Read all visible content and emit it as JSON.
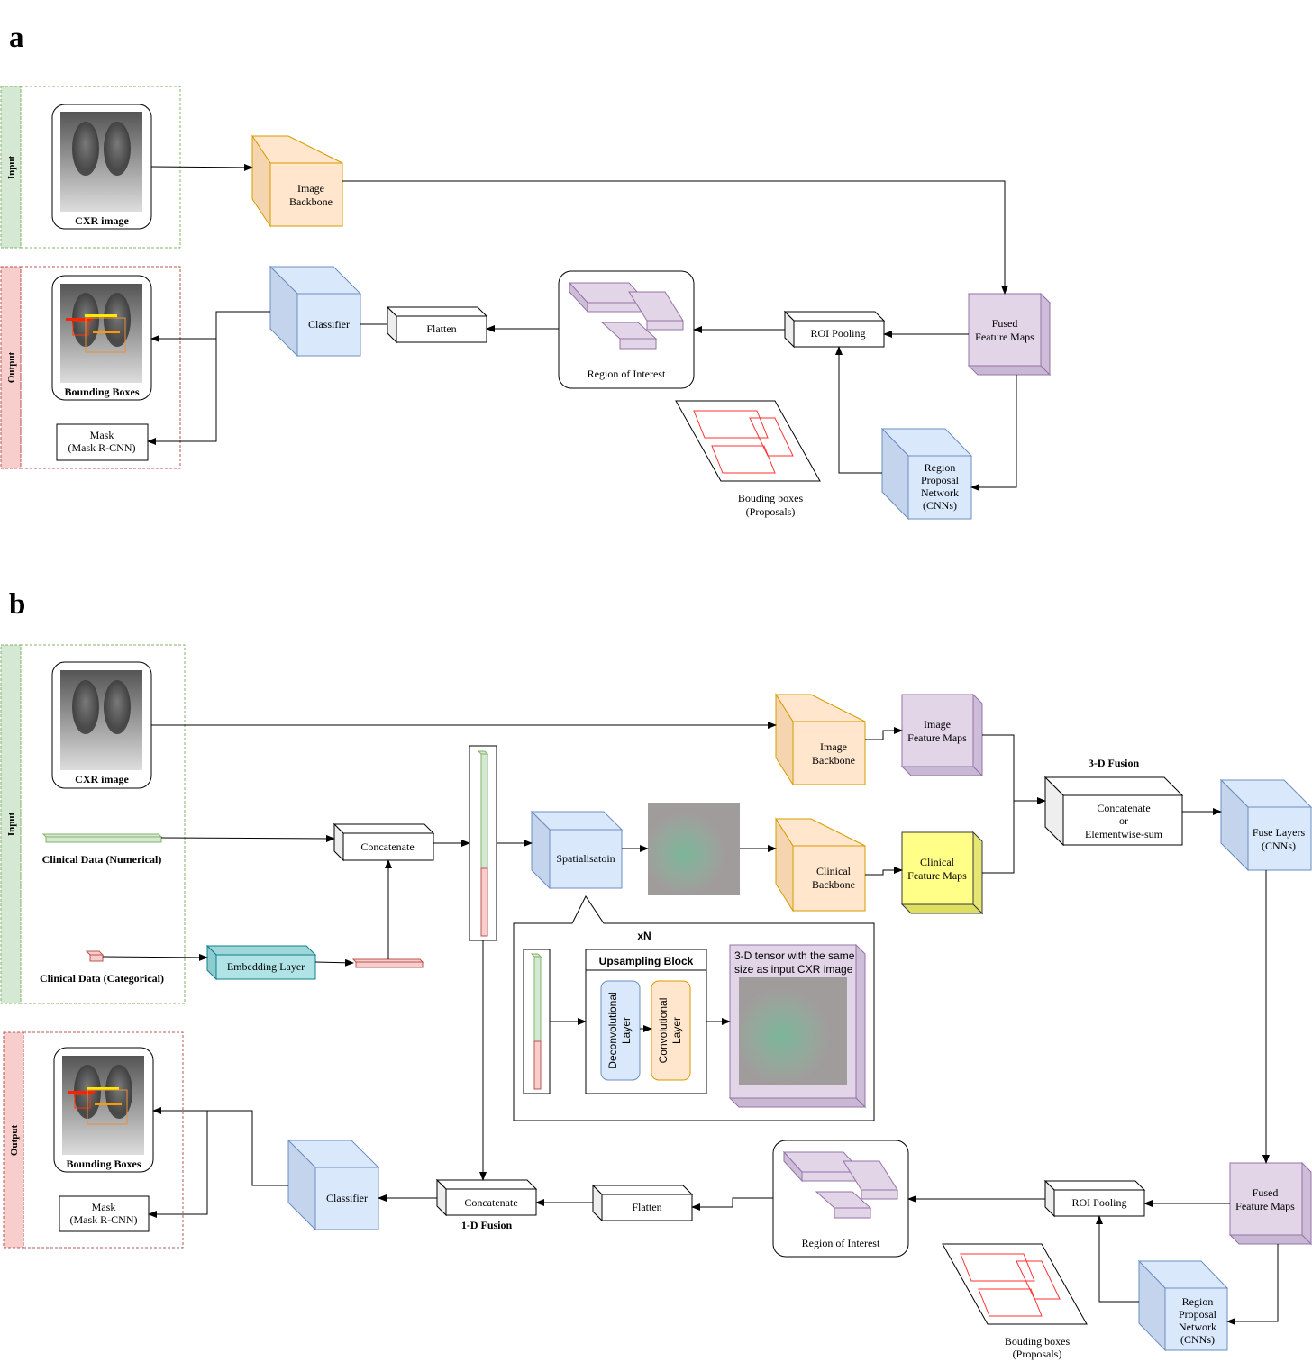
{
  "panel_a": {
    "title": "a",
    "side_input": "Input",
    "side_output": "Output",
    "cxr_caption": "CXR image",
    "bbox_caption": "Bounding Boxes",
    "mask_line1": "Mask",
    "mask_line2": "(Mask R-CNN)",
    "image_backbone": [
      "Image",
      "Backbone"
    ],
    "classifier": "Classifier",
    "flatten": "Flatten",
    "roi_region": "Region of Interest",
    "roi_pooling": "ROI Pooling",
    "fused": [
      "Fused",
      "Feature Maps"
    ],
    "rpn": [
      "Region",
      "Proposal",
      "Network",
      "(CNNs)"
    ],
    "proposals": [
      "Bouding boxes",
      "(Proposals)"
    ]
  },
  "panel_b": {
    "title": "b",
    "side_input": "Input",
    "side_output": "Output",
    "cxr_caption": "CXR image",
    "clinical_num": "Clinical Data (Numerical)",
    "clinical_cat": "Clinical Data (Categorical)",
    "embedding": "Embedding Layer",
    "concatenate_top": "Concatenate",
    "spatialisation": "Spatialisatoin",
    "image_backbone": [
      "Image",
      "Backbone"
    ],
    "clinical_backbone": [
      "Clinical",
      "Backbone"
    ],
    "image_fmaps": [
      "Image",
      "Feature Maps"
    ],
    "clinical_fmaps": [
      "Clinical",
      "Feature Maps"
    ],
    "fusion3d_title": "3-D Fusion",
    "fusion3d_box": [
      "Concatenate",
      "or",
      "Elementwise-sum"
    ],
    "fuse_layers": [
      "Fuse Layers",
      "(CNNs)"
    ],
    "xn": "xN",
    "upsampling_block": "Upsampling Block",
    "deconv": [
      "Deconvolutional",
      "Layer"
    ],
    "conv": [
      "Convolutional",
      "Layer"
    ],
    "tensor_caption": [
      "3-D tensor with the same",
      "size as input CXR image"
    ],
    "fused": [
      "Fused",
      "Feature Maps"
    ],
    "roi_pooling": "ROI Pooling",
    "roi_region": "Region of Interest",
    "flatten": "Flatten",
    "concatenate_bottom": "Concatenate",
    "fusion1d": "1-D Fusion",
    "classifier": "Classifier",
    "bbox_caption": "Bounding Boxes",
    "mask_line1": "Mask",
    "mask_line2": "(Mask R-CNN)",
    "rpn": [
      "Region",
      "Proposal",
      "Network",
      "(CNNs)"
    ],
    "proposals": [
      "Bouding boxes",
      "(Proposals)"
    ]
  },
  "colors": {
    "orange_face": "#ffe6cc",
    "orange_stroke": "#d79b00",
    "blue_face": "#dae8fc",
    "blue_stroke": "#6c8ebf",
    "purple_face": "#e1d5e7",
    "purple_stroke": "#9673a6",
    "yellow_face": "#ffff88",
    "yellow_stroke": "#36393d",
    "teal_face": "#b0e3e6",
    "teal_stroke": "#0e8088",
    "green_face": "#d5e8d4",
    "green_stroke": "#82b366",
    "red_face": "#f8cecc",
    "red_stroke": "#b85450"
  }
}
